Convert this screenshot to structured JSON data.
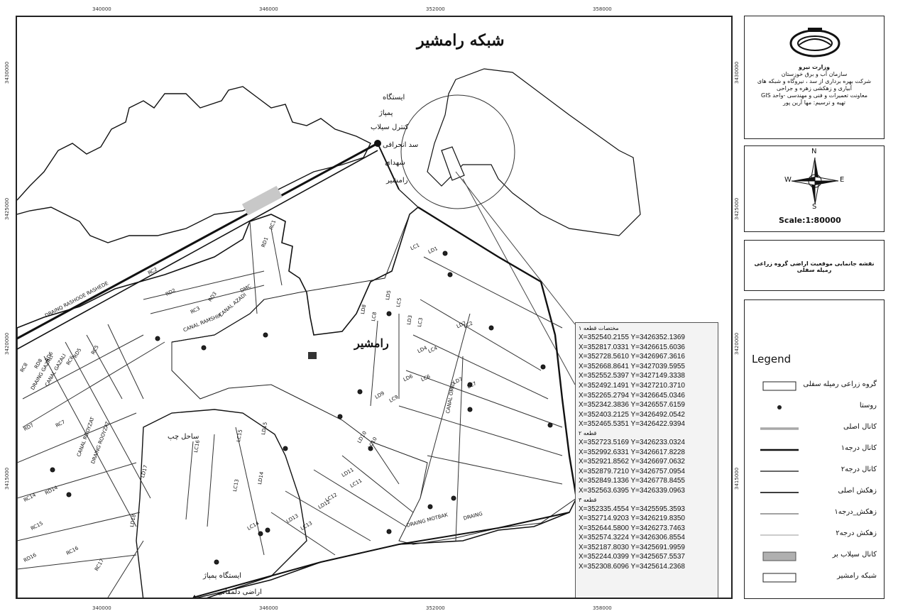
{
  "map": {
    "title": "شبکه رامشیر",
    "city_label": "رامشیر",
    "x_ticks": [
      "340000",
      "346000",
      "352000",
      "358000"
    ],
    "y_ticks": [
      "3430000",
      "3425000",
      "3420000",
      "3415000"
    ],
    "site_labels": [
      "ایستگاه",
      "پمپاژ",
      "کنترل سیلاب",
      "سد انحرافی",
      "شهدای",
      "رامشیر"
    ],
    "pump_station_label": "ایستگاه پمپاژ",
    "left_bank_label": "ساحل چپ",
    "lands_label": "اراضی دلمقانی",
    "canal_labels": [
      "RC2",
      "RD2",
      "RC3",
      "RD3",
      "DMC",
      "RC1",
      "RD1",
      "CANAL AZADI",
      "DRAINQ RASHOOE RASHEDE",
      "RD5",
      "RC5",
      "RD6",
      "RC6",
      "RC8",
      "RD8",
      "RD7",
      "RC7",
      "CANAL GAZALI",
      "DRAING GAZALI",
      "CANAL RAMSHIR",
      "CANAL ROOYZAT",
      "DRAING ROOYZAT",
      "RC14",
      "RD14",
      "RC15",
      "RD16",
      "RC16",
      "RC17",
      "LD17",
      "LC16",
      "LD18",
      "LC15",
      "LC13",
      "LD15",
      "LD14",
      "LC14",
      "LD13",
      "LC13",
      "LD12",
      "LC12",
      "LD11",
      "LC11",
      "LD10",
      "LC10",
      "LD9",
      "LC9",
      "LD8",
      "LC8",
      "LD6",
      "LC6",
      "LD7",
      "LC7",
      "LD5",
      "LC5",
      "LD4",
      "LC4",
      "LD3",
      "LC3",
      "LD2",
      "LC2",
      "LC1",
      "LD1",
      "CANAL OMID",
      "DRAING MOTBAK",
      "DRAING"
    ]
  },
  "org_panel": {
    "lines": [
      "وزارت نیرو",
      "سازمان آب و برق خوزستان",
      "شرکت بهره برداری از سد ، نیروگاه و شبکه های",
      "آبیاری و زهکشی زهره و جراحی",
      "معاونت تعمیرات و فنی و مهندسی -واحد GIS",
      "تهیه و ترسیم: مها آرین پور"
    ]
  },
  "north_panel": {
    "n": "N",
    "e": "E",
    "s": "S",
    "w": "W",
    "scale": "Scale:1:80000"
  },
  "title_panel": {
    "text": "نقشه جانمایی موقعیت اراضی گروه زراعی رمیله سفلی"
  },
  "legend": {
    "title": "Legend",
    "items": [
      {
        "label": "گروه زراعی رمیله سفلی",
        "kind": "box",
        "color": "#ffffff"
      },
      {
        "label": "روستا",
        "kind": "dot",
        "color": "#222222"
      },
      {
        "label": "کانال اصلی",
        "kind": "line",
        "color": "#a8a8a8"
      },
      {
        "label": "کانال درجه۱",
        "kind": "line",
        "color": "#111111"
      },
      {
        "label": "کانال درجه۲",
        "kind": "line",
        "color": "#333333"
      },
      {
        "label": "زهکش اصلی",
        "kind": "line",
        "color": "#222222"
      },
      {
        "label": "زهکش_درجه۱",
        "kind": "line",
        "color": "#444444"
      },
      {
        "label": "زهکش درجه۲",
        "kind": "line",
        "color": "#777777"
      },
      {
        "label": "کانال سیلاب بر",
        "kind": "hatch",
        "color": "#b0b0b0"
      },
      {
        "label": "شبکه رامشیر",
        "kind": "box",
        "color": "#ffffff"
      }
    ]
  },
  "coordinates": {
    "header1": "مختصات قطعه ۱",
    "parcel1": [
      "X=352540.2155  Y=3426352.1369",
      "X=352817.0331  Y=3426615.6036",
      "X=352728.5610  Y=3426967.3616",
      "X=352668.8641  Y=3427039.5955",
      "X=352552.5397  Y=3427149.3338",
      "X=352492.1491  Y=3427210.3710",
      "X=352265.2794  Y=3426645.0346",
      "X=352342.3836  Y=3426557.6159",
      "X=352403.2125  Y=3426492.0542",
      "X=352465.5351  Y=3426422.9394"
    ],
    "header2": "قطعه ۲",
    "parcel2": [
      "X=352723.5169  Y=3426233.0324",
      "X=352992.6331  Y=3426617.8228",
      "X=352921.8562  Y=3426697.0632",
      "X=352879.7210  Y=3426757.0954",
      "X=352849.1336  Y=3426778.8455",
      "X=352563.6395  Y=3426339.0963"
    ],
    "header3": "قطعه ۳",
    "parcel3": [
      "X=352335.4554  Y=3425595.3593",
      "X=352714.9203  Y=3426219.8350",
      "X=352644.5800  Y=3426273.7463",
      "X=352574.3224  Y=3426306.8554",
      "X=352187.8030  Y=3425691.9959",
      "X=352244.0399  Y=3425657.5537",
      "X=352308.6096  Y=3425614.2368"
    ]
  }
}
